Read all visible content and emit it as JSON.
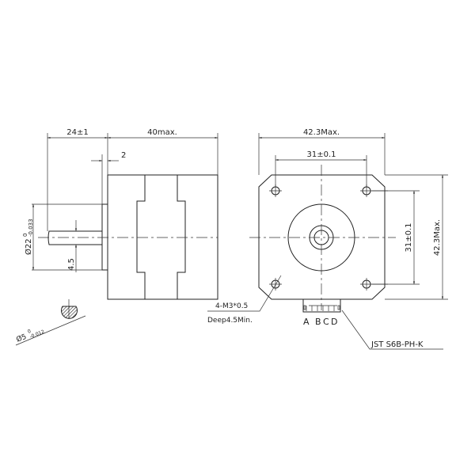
{
  "side_view": {
    "shaft_length": "24±1",
    "body_length": "40max.",
    "boss_height": "2",
    "boss_diameter": "Ø22",
    "boss_tol_upper": "0",
    "boss_tol_lower": "-0.033",
    "flat_depth": "4.5",
    "shaft_diameter": "Ø5",
    "shaft_tol_upper": "0",
    "shaft_tol_lower": "-0.012"
  },
  "front_view": {
    "width": "42.3Max.",
    "hole_spacing_h": "31±0.1",
    "hole_spacing_v": "31±0.1",
    "height": "42.3Max.",
    "thread": "4-M3*0.5",
    "depth": "Deep4.5Min.",
    "pins": [
      "A",
      "B",
      "C",
      "D"
    ],
    "connector": "JST S6B-PH-K"
  }
}
